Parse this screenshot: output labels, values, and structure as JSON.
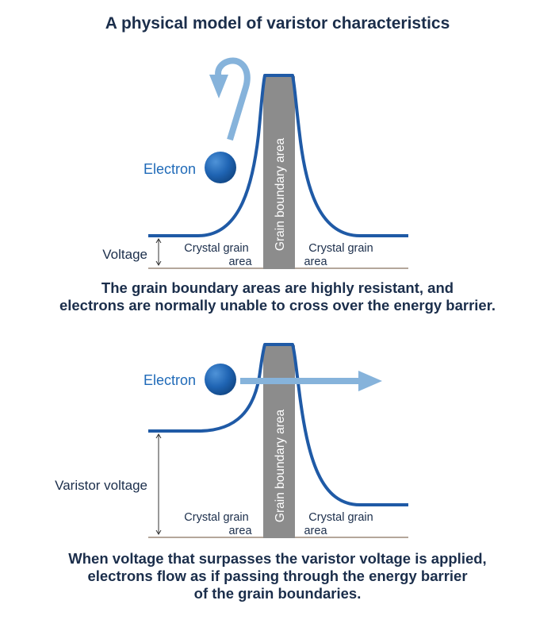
{
  "title": "A physical model of varistor characteristics",
  "colors": {
    "title_text": "#1b2e4b",
    "barrier_curve": "#1f5aa6",
    "electron": "#1f6ab8",
    "arrow": "#86b3db",
    "grain_boundary_bar": "#8c8c8c",
    "baseline": "#9b8a7a"
  },
  "diagram_top": {
    "electron_label": "Electron",
    "voltage_label": "Voltage",
    "grain_boundary_label": "Grain boundary area",
    "crystal_left": [
      "Crystal grain",
      "area"
    ],
    "crystal_right": [
      "Crystal grain",
      "area"
    ],
    "arrow_icon": "curved-return-arrow",
    "caption": [
      "The grain boundary areas are highly resistant, and",
      "electrons are normally unable to cross over the energy barrier."
    ]
  },
  "diagram_bottom": {
    "electron_label": "Electron",
    "voltage_label": "Varistor voltage",
    "grain_boundary_label": "Grain boundary area",
    "crystal_left": [
      "Crystal grain",
      "area"
    ],
    "crystal_right": [
      "Crystal grain",
      "area"
    ],
    "arrow_icon": "right-arrow",
    "caption": [
      "When voltage that surpasses the varistor voltage is applied,",
      "electrons flow as if passing through the energy barrier",
      "of the grain boundaries."
    ]
  }
}
